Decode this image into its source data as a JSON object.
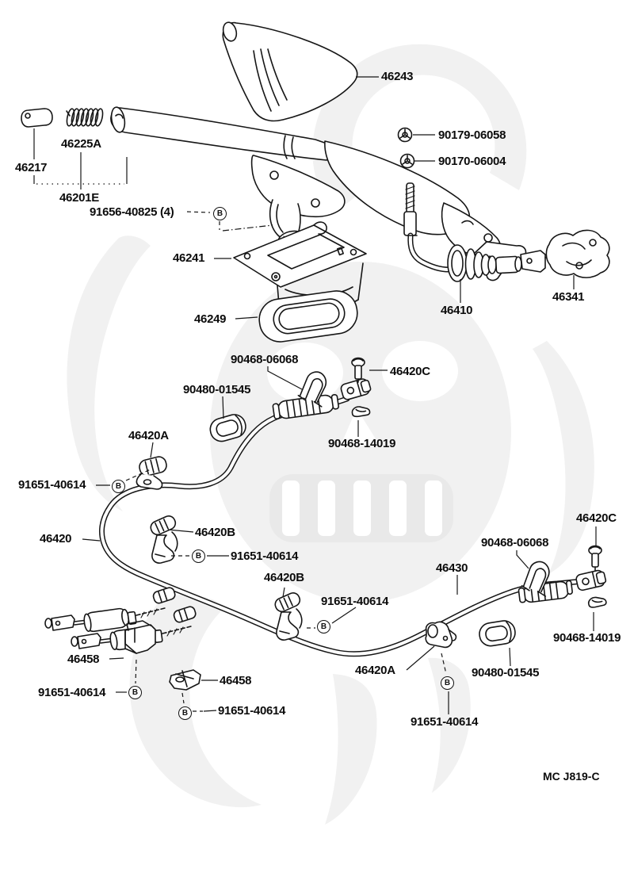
{
  "diagram": {
    "description": "Parking brake lever and cable parts diagram",
    "colors": {
      "line": "#161616",
      "background": "#ffffff",
      "watermark": "#f1f1f1",
      "label_text": "#0c0c0c"
    },
    "fastener_symbol": "B",
    "diagram_code": "MC J819-C",
    "labels": [
      "46243",
      "90179-06058",
      "90170-06004",
      "46217",
      "46225A",
      "46201E",
      "91656-40825 (4)",
      "46241",
      "46249",
      "46410",
      "46341",
      "90468-06068",
      "46420C",
      "90480-01545",
      "90468-14019",
      "46420A",
      "91651-40614",
      "46420",
      "46420B",
      "91651-40614",
      "46420B",
      "91651-40614",
      "46420C",
      "90468-06068",
      "46430",
      "90468-14019",
      "46458",
      "91651-40614",
      "46458",
      "91651-40614",
      "46420A",
      "90480-01545",
      "91651-40614"
    ]
  }
}
